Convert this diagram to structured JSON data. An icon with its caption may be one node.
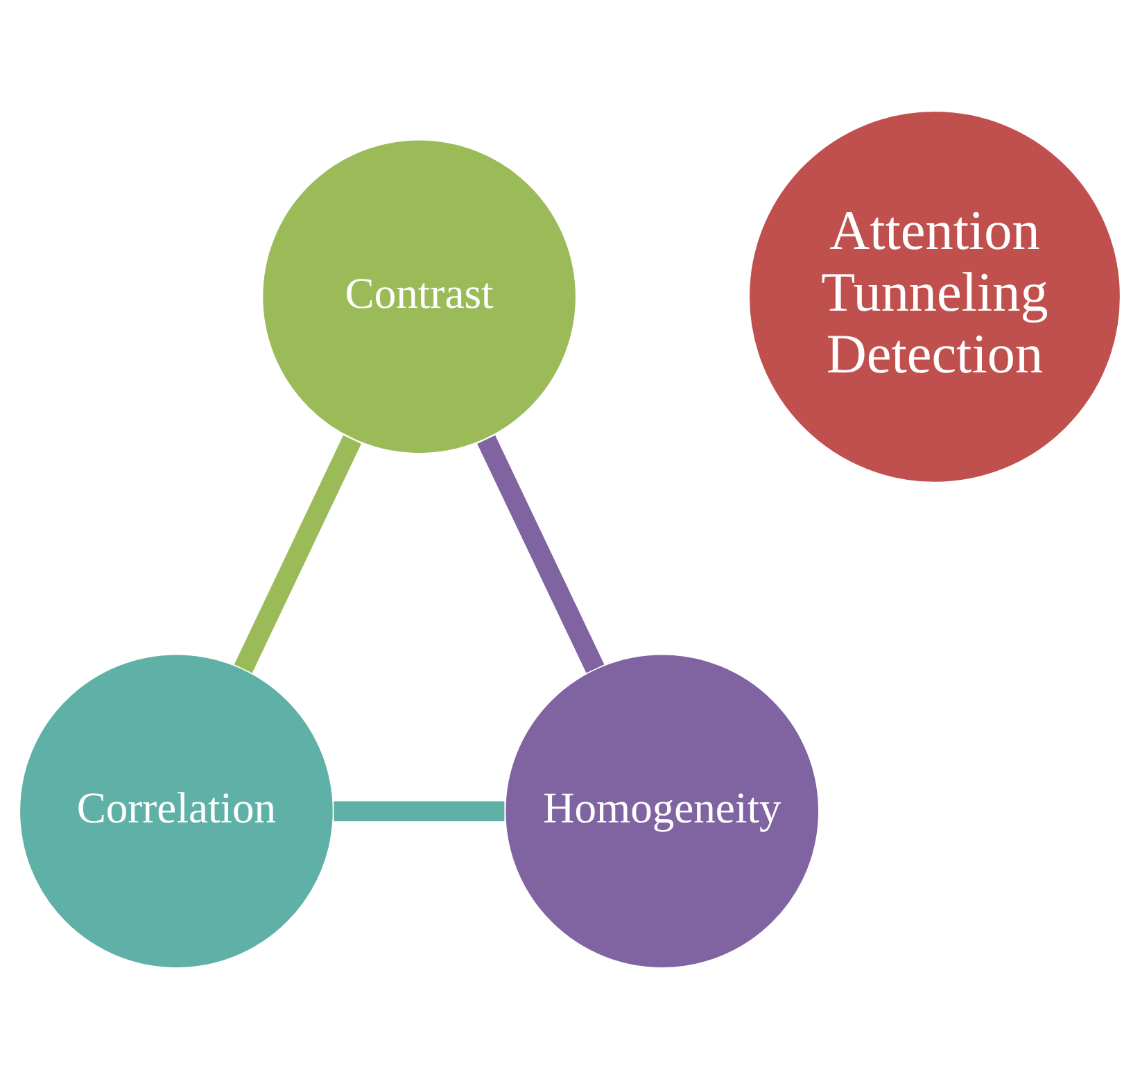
{
  "diagram": {
    "nodes": [
      {
        "text": [
          "Contrast"
        ]
      },
      {
        "text": [
          "Attention Tunneling Detection"
        ]
      },
      {
        "text": [
          "Homogeneity"
        ]
      },
      {
        "text": [
          "Correlation"
        ]
      }
    ],
    "edges": [
      {
        "from": 0,
        "to": 3,
        "arrow": "none",
        "color": "#9bbb59"
      },
      {
        "from": 3,
        "to": 2,
        "arrow": "none",
        "color": "#5fb0a6"
      },
      {
        "from": 0,
        "to": 2,
        "arrow": "none",
        "color": "#8064a2"
      }
    ]
  }
}
